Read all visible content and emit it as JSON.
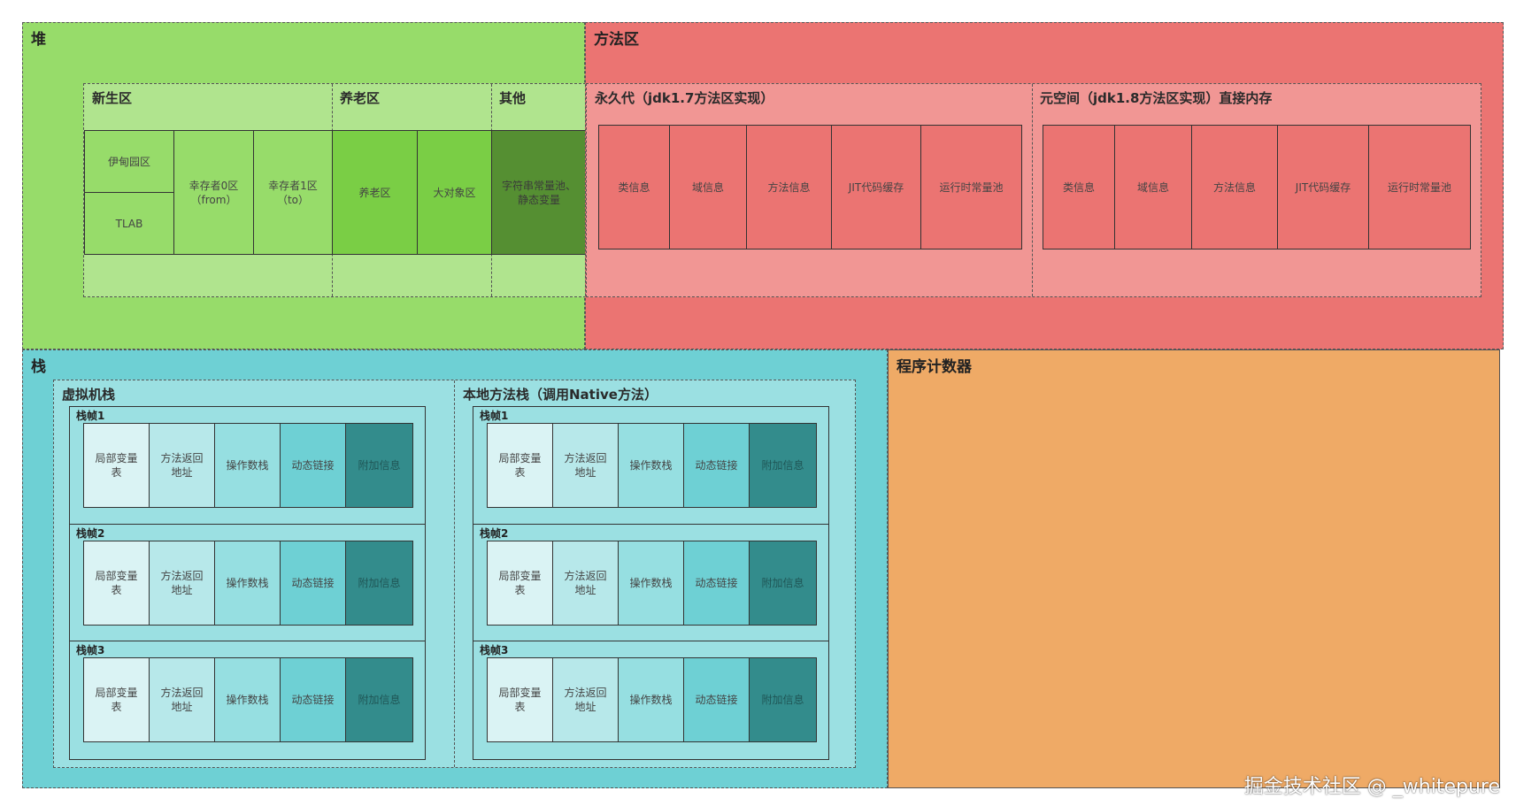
{
  "heap": {
    "title": "堆",
    "young": {
      "title": "新生区",
      "eden": "伊甸园区",
      "tlab": "TLAB",
      "s0": "幸存者0区\n（from）",
      "s1": "幸存者1区\n（to）"
    },
    "old": {
      "title": "养老区",
      "cell": "养老区",
      "big": "大对象区"
    },
    "other": {
      "title": "其他",
      "cell": "字符串常量池、静态变量"
    }
  },
  "method_area": {
    "title": "方法区",
    "perm": {
      "title": "永久代（jdk1.7方法区实现）",
      "items": [
        "类信息",
        "域信息",
        "方法信息",
        "JIT代码缓存",
        "运行时常量池"
      ]
    },
    "meta": {
      "title": "元空间（jdk1.8方法区实现）直接内存",
      "items": [
        "类信息",
        "域信息",
        "方法信息",
        "JIT代码缓存",
        "运行时常量池"
      ]
    }
  },
  "stack": {
    "title": "栈",
    "vm_stack": {
      "title": "虚拟机栈"
    },
    "native_stack": {
      "title": "本地方法栈（调用Native方法）"
    },
    "frames": [
      "栈帧1",
      "栈帧2",
      "栈帧3"
    ],
    "frame_items": [
      "局部变量表",
      "方法返回地址",
      "操作数栈",
      "动态链接",
      "附加信息"
    ]
  },
  "pc": {
    "title": "程序计数器"
  },
  "watermark": "掘金技术社区 @ _whitepure",
  "colors": {
    "heap_bg": "#97dc6a",
    "heap_inner": "#b0e48e",
    "heap_cell": "#97dc6a",
    "old_cell": "#7ace45",
    "other_cell": "#558f32",
    "method_bg": "#eb7472",
    "method_inner": "#f19694",
    "stack_bg": "#6ed0d4",
    "stack_inner": "#9be0e2",
    "frame_colors": [
      "#daf3f4",
      "#b7e8ea",
      "#96dfe1",
      "#6ed0d4",
      "#338c8c"
    ],
    "pc_bg": "#efaa66"
  }
}
